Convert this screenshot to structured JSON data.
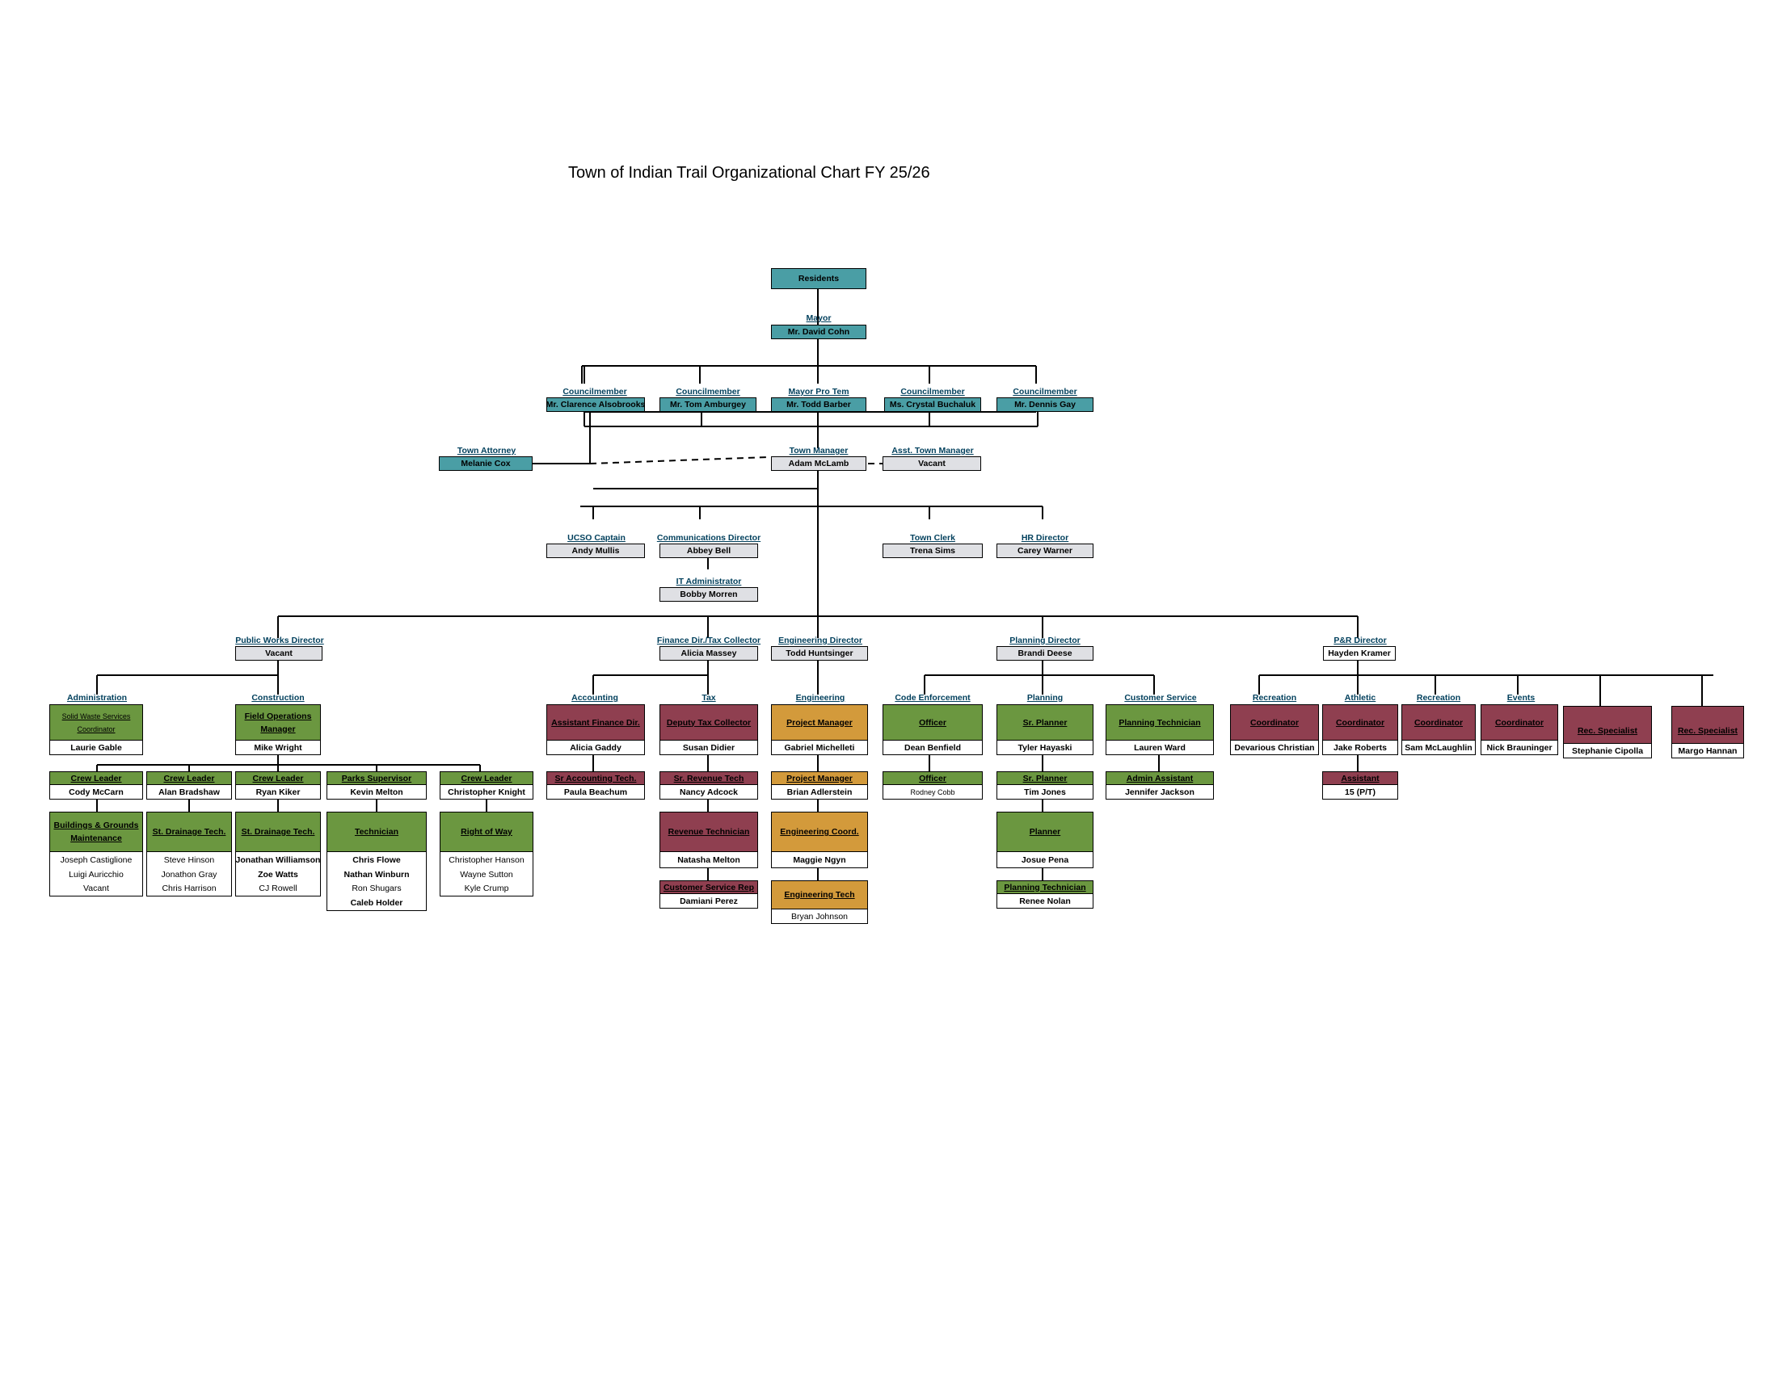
{
  "title": "Town of Indian Trail Organizational Chart FY 25/26",
  "residents": "Residents",
  "mayor": {
    "label": "Mayor",
    "name": "Mr. David Cohn"
  },
  "council": [
    {
      "label": "Councilmember",
      "name": "Mr. Clarence Alsobrooks"
    },
    {
      "label": "Councilmember",
      "name": "Mr. Tom Amburgey"
    },
    {
      "label": "Mayor Pro Tem",
      "name": "Mr. Todd Barber"
    },
    {
      "label": "Councilmember",
      "name": "Ms. Crystal Buchaluk"
    },
    {
      "label": "Councilmember",
      "name": "Mr. Dennis Gay"
    }
  ],
  "town_attorney": {
    "label": "Town Attorney",
    "name": "Melanie Cox"
  },
  "town_manager": {
    "label": "Town Manager",
    "name": "Adam McLamb"
  },
  "asst_manager": {
    "label": "Asst. Town Manager",
    "name": "Vacant"
  },
  "ucso": {
    "label": "UCSO Captain",
    "name": "Andy Mullis"
  },
  "comms": {
    "label": "Communications Director",
    "name": "Abbey Bell"
  },
  "it_admin": {
    "label": "IT Administrator",
    "name": "Bobby Morren"
  },
  "clerk": {
    "label": "Town Clerk",
    "name": "Trena Sims"
  },
  "hr": {
    "label": "HR Director",
    "name": "Carey Warner"
  },
  "pw_dir": {
    "label": "Public Works Director",
    "name": "Vacant"
  },
  "fin_dir": {
    "label": "Finance Dir./Tax Collector",
    "name": "Alicia Massey"
  },
  "eng_dir": {
    "label": "Engineering Director",
    "name": "Todd Huntsinger"
  },
  "plan_dir": {
    "label": "Planning Director",
    "name": "Brandi Deese"
  },
  "pr_dir": {
    "label": "P&R Director",
    "name": "Hayden Kramer"
  },
  "pw": {
    "admin": {
      "label": "Administration",
      "title": "Solid Waste Services Coordinator",
      "name": "Laurie Gable"
    },
    "construction": {
      "label": "Construction",
      "title": "Field Operations Manager",
      "name": "Mike Wright"
    },
    "crews": [
      {
        "title": "Crew Leader",
        "name": "Cody McCarn",
        "team_title": "Buildings & Grounds Maintenance",
        "members": [
          "Joseph Castiglione",
          "Luigi Auricchio",
          "Vacant"
        ]
      },
      {
        "title": "Crew Leader",
        "name": "Alan Bradshaw",
        "team_title": "St. Drainage Tech.",
        "members": [
          "Steve Hinson",
          "Jonathon Gray",
          "Chris Harrison"
        ]
      },
      {
        "title": "Crew Leader",
        "name": "Ryan Kiker",
        "team_title": "St. Drainage Tech.",
        "members": [
          "Jonathan Williamson",
          "Zoe Watts",
          "CJ Rowell"
        ]
      },
      {
        "title": "Parks Supervisor",
        "name": "Kevin Melton",
        "team_title": "Technician",
        "members": [
          "Chris Flowe",
          "Nathan Winburn",
          "Ron Shugars",
          "Caleb Holder"
        ]
      },
      {
        "title": "Crew Leader",
        "name": "Christopher Knight",
        "team_title": "Right of Way",
        "members": [
          "Christopher Hanson",
          "Wayne Sutton",
          "Kyle Crump"
        ]
      }
    ]
  },
  "finance": {
    "accounting": {
      "label": "Accounting",
      "title": "Assistant Finance Dir.",
      "name": "Alicia Gaddy",
      "sub_title": "Sr Accounting Tech.",
      "sub_name": "Paula Beachum"
    },
    "tax": {
      "label": "Tax",
      "title": "Deputy Tax Collector",
      "name": "Susan Didier",
      "sr_title": "Sr. Revenue Tech",
      "sr_name": "Nancy Adcock",
      "rev_title": "Revenue Technician",
      "rev_name": "Natasha Melton",
      "csr_title": "Customer Service Rep",
      "csr_name": "Damiani Perez"
    }
  },
  "engineering": {
    "label": "Engineering",
    "pm1_title": "Project Manager",
    "pm1_name": "Gabriel Michelleti",
    "pm2_title": "Project Manager",
    "pm2_name": "Brian Adlerstein",
    "coord_title": "Engineering Coord.",
    "coord_name": "Maggie Ngyn",
    "tech_title": "Engineering Tech",
    "tech_name": "Bryan Johnson"
  },
  "planning": {
    "code": {
      "label": "Code Enforcement",
      "title": "Officer",
      "name": "Dean Benfield",
      "sub_title": "Officer",
      "sub_name": "Rodney Cobb"
    },
    "planning": {
      "label": "Planning",
      "title": "Sr. Planner",
      "name": "Tyler Hayaski",
      "sr_title": "Sr. Planner",
      "sr_name": "Tim Jones",
      "planner_title": "Planner",
      "planner_name": "Josue Pena",
      "tech_title": "Planning Technician",
      "tech_name": "Renee Nolan"
    },
    "cs": {
      "label": "Customer Service",
      "title": "Planning Technician",
      "name": "Lauren Ward",
      "sub_title": "Admin Assistant",
      "sub_name": "Jennifer Jackson"
    }
  },
  "pr": [
    {
      "label": "Recreation",
      "title": "Coordinator",
      "name": "Devarious Christian"
    },
    {
      "label": "Athletic",
      "title": "Coordinator",
      "name": "Jake Roberts",
      "sub_title": "Assistant",
      "sub_name": "15 (P/T)"
    },
    {
      "label": "Recreation",
      "title": "Coordinator",
      "name": "Sam McLaughlin"
    },
    {
      "label": "Events",
      "title": "Coordinator",
      "name": "Nick Brauninger"
    },
    {
      "label": "",
      "title": "Rec. Specialist",
      "name": "Stephanie Cipolla"
    },
    {
      "label": "",
      "title": "Rec. Specialist",
      "name": "Margo Hannan"
    }
  ],
  "colors": {
    "teal": "#4a9ea5",
    "gray": "#dfe0e4",
    "green": "#6b9740",
    "maroon": "#8f3f50",
    "orange": "#d39a3b",
    "label": "#003f5c"
  }
}
